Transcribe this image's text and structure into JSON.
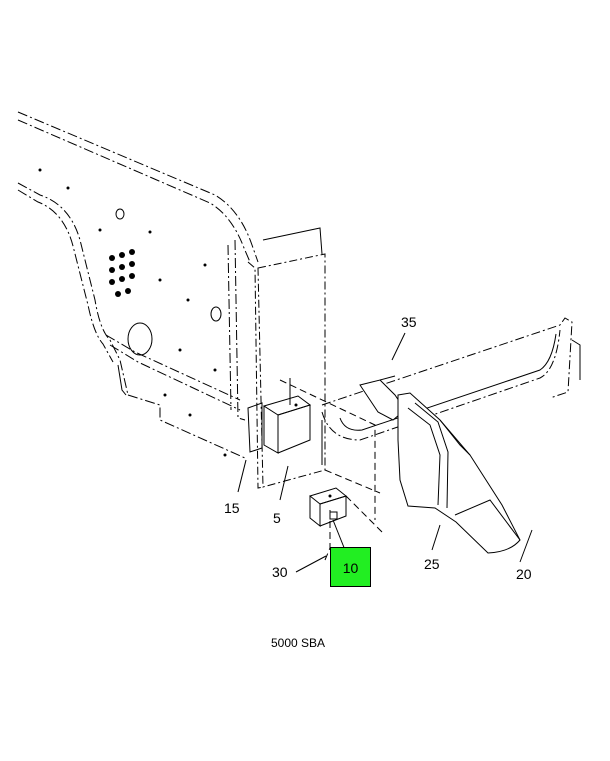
{
  "callouts": {
    "c35": "35",
    "c15": "15",
    "c5": "5",
    "c30": "30",
    "c10": "10",
    "c25": "25",
    "c20": "20"
  },
  "caption": "5000 SBA",
  "colors": {
    "highlight": "#22ee22",
    "line": "#000000"
  }
}
